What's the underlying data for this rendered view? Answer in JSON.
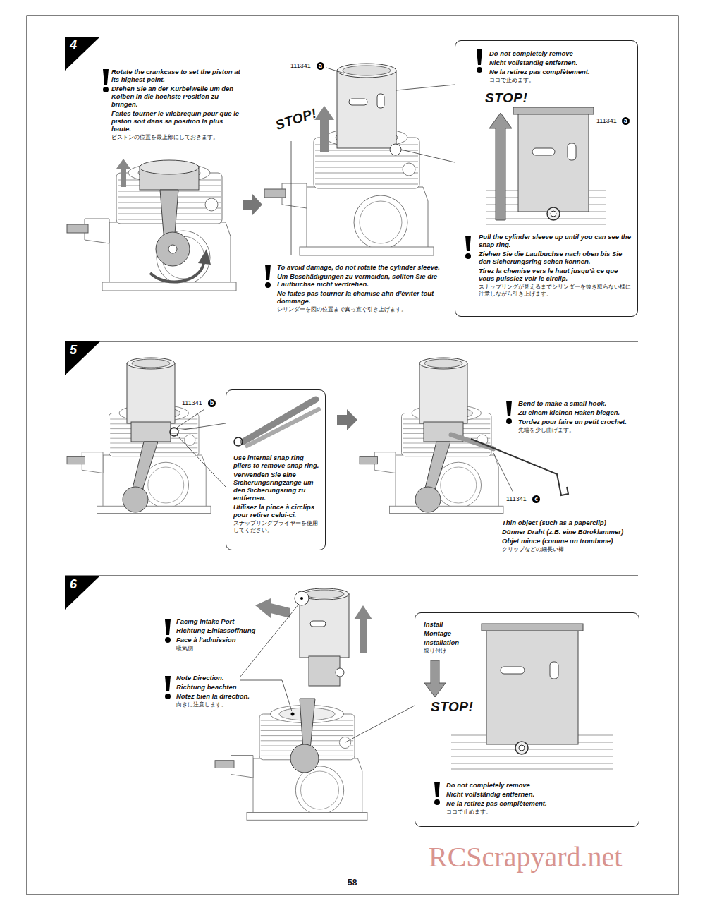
{
  "diagram": {
    "nodes": [
      {
        "text": [
          "4"
        ]
      },
      {
        "text": [
          "Do not completely remove",
          "Nicht vollständig entfernen.",
          "Ne la retirez pas complètement.",
          "ココで止めます。",
          "STOP!",
          "111341",
          "a",
          "Pull the cylinder sleeve up until you can see the snap ring.",
          "Ziehen Sie die Laufbuchse nach oben bis Sie den Sicherungsring sehen können.",
          "Tirez la chemise vers le haut jusqu’à ce que vous puissiez voir le circlip.",
          "スナップリングが見えるまでシリンダーを抜き取らない様に注意しながら引き上げます。"
        ]
      },
      {
        "text": [
          "5"
        ]
      },
      {
        "text": [
          "Use internal snap ring pliers to remove snap ring.",
          "Verwenden Sie eine Sicherungsringzange um den Sicherungsring zu entfernen.",
          "Utilisez la pince à circlips pour retirer celui-ci.",
          "スナップリングプライヤーを使用してください。"
        ]
      },
      {
        "text": [
          "6"
        ]
      },
      {
        "text": [
          "Install",
          "Montage",
          "Installation",
          "取り付け",
          "STOP!",
          "Do not completely remove",
          "Nicht vollständig entfernen.",
          "Ne la retirez pas complètement.",
          "ココで止めます。"
        ]
      }
    ],
    "labels": [
      "Rotate the crankcase to set the piston at its highest point.",
      "Drehen Sie an der Kurbelwelle um den Kolben in die höchste Position zu bringen.",
      "Faites tourner le vilebrequin pour que le piston soit dans sa position la plus haute.",
      "ピストンの位置を最上部にしておきます。",
      "111341",
      "a",
      "STOP!",
      "To avoid damage, do not rotate the cylinder sleeve.",
      "Um Beschädigungen zu vermeiden, sollten Sie die Laufbuchse nicht verdrehen.",
      "Ne faites pas tourner la chemise afin d’éviter tout dommage.",
      "シリンダーを図の位置まで真っ直ぐ引き上げます。",
      "111341",
      "b",
      "Bend to make a small hook.",
      "Zu einem kleinen Haken biegen.",
      "Tordez pour faire un petit crochet.",
      "先端を少し曲げます。",
      "111341",
      "c",
      "Thin object (such as a paperclip)",
      "Dünner Draht (z.B. eine Büroklammer)",
      "Objet mince (comme un trombone)",
      "クリップなどの細長い棒",
      "Facing Intake Port",
      "Richtung Einlassöffnung",
      "Face à l’admission",
      "吸気側",
      "Note Direction.",
      "Richtung beachten",
      "Notez bien la direction.",
      "向きに注意します。",
      "58",
      "RCScrapyard.net"
    ]
  }
}
